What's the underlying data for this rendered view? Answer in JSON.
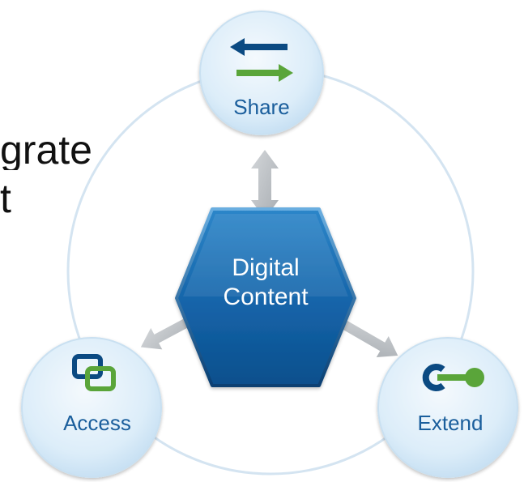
{
  "background_text": {
    "line_1": "grate",
    "line_2": "t"
  },
  "diagram": {
    "center": {
      "line_1": "Digital",
      "line_2": "Content"
    },
    "nodes": {
      "share": {
        "label": "Share",
        "icon": "share-arrows-icon"
      },
      "access": {
        "label": "Access",
        "icon": "linked-squares-icon"
      },
      "extend": {
        "label": "Extend",
        "icon": "connector-icon"
      }
    }
  },
  "colors": {
    "hexagon": "#1463a8",
    "hexagon_light": "#2d86c9",
    "circle_fill": "#dcedf9",
    "circle_stroke": "#c9e0f1",
    "ring": "#d4e4f1",
    "label_blue": "#1a5e9c",
    "arrow_gray": "#bfc3c7",
    "accent_green": "#5aa53a",
    "accent_blue": "#0b4a82"
  }
}
